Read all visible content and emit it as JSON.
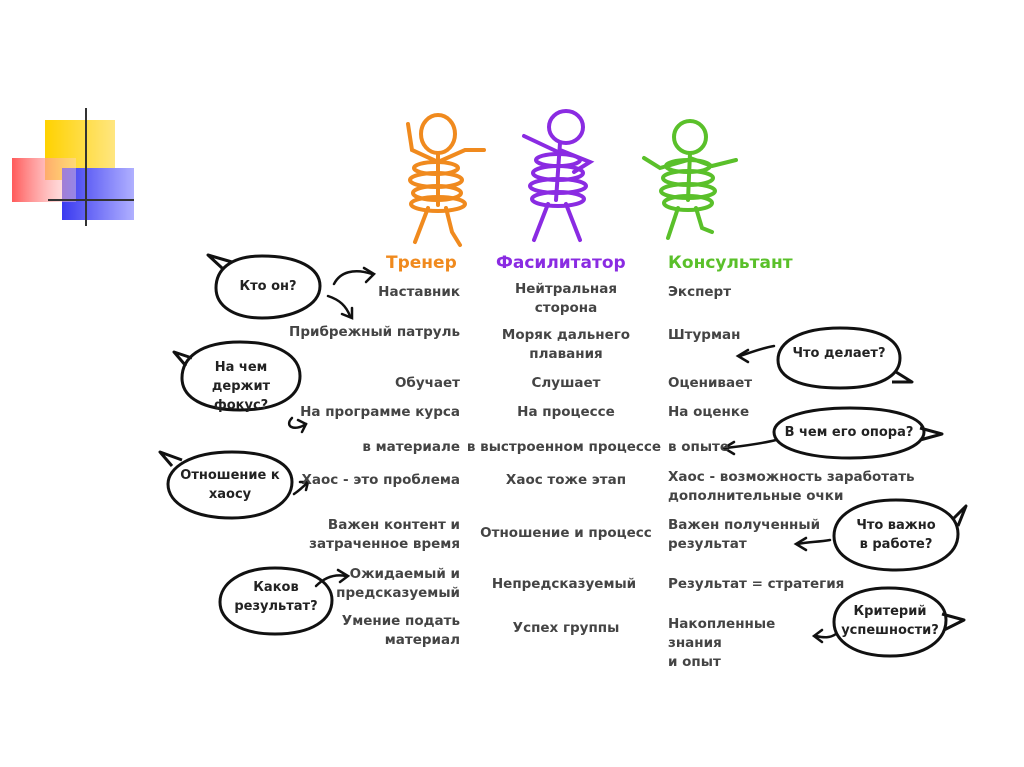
{
  "colors": {
    "trainer": "#f08a1e",
    "facilitator": "#8a2be2",
    "consultant": "#5ac02a",
    "text": "#444444"
  },
  "headers": {
    "trainer": "Тренер",
    "facilitator": "Фасилитатор",
    "consultant": "Консультант"
  },
  "rows": [
    {
      "trainer": "Наставник",
      "facilitator": "Нейтральная\nсторона",
      "consultant": "Эксперт"
    },
    {
      "trainer": "Прибрежный патруль",
      "facilitator": "Моряк дальнего\nплавания",
      "consultant": "Штурман"
    },
    {
      "trainer": "Обучает",
      "facilitator": "Слушает",
      "consultant": "Оценивает"
    },
    {
      "trainer": "На программе курса",
      "facilitator": "На процессе",
      "consultant": "На оценке"
    },
    {
      "trainer": "в материале",
      "facilitator": "в выстроенном процессе",
      "consultant": "в опыте"
    },
    {
      "trainer": "Хаос - это проблема",
      "facilitator": "Хаос тоже этап",
      "consultant": "Хаос - возможность заработать\nдополнительные очки"
    },
    {
      "trainer": "Важен контент и\nзатраченное время",
      "facilitator": "Отношение и процесс",
      "consultant": "Важен полученный\nрезультат"
    },
    {
      "trainer": "Ожидаемый и\nпредсказуемый",
      "facilitator": "Непредсказуемый",
      "consultant": "Результат = стратегия"
    },
    {
      "trainer": "Умение подать\nматериал",
      "facilitator": "Успех группы",
      "consultant": "Накопленные знания\nи опыт"
    }
  ],
  "bubbles": {
    "who": "Кто он?",
    "focus": "На чем держит\nфокус?",
    "chaos": "Отношение к\nхаосу",
    "result": "Каков\nрезультат?",
    "does": "Что делает?",
    "support": "В чем его опора?",
    "important": "Что важно\nв работе?",
    "criterion": "Критерий\nуспешности?"
  }
}
